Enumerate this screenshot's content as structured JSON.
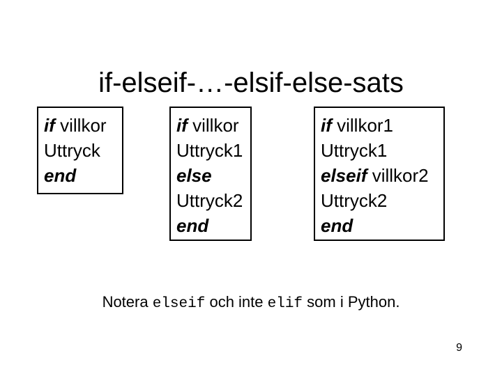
{
  "slide": {
    "title": "if-elseif-…-elsif-else-sats",
    "page_number": "9",
    "background_color": "#ffffff",
    "text_color": "#000000",
    "border_color": "#000000"
  },
  "boxes": [
    {
      "id": "box-1",
      "lines": [
        {
          "keyword": "if",
          "argument": " villkor"
        },
        {
          "keyword": "",
          "argument": "Uttryck"
        },
        {
          "keyword": "end",
          "argument": ""
        }
      ]
    },
    {
      "id": "box-2",
      "lines": [
        {
          "keyword": "if",
          "argument": " villkor"
        },
        {
          "keyword": "",
          "argument": "Uttryck1"
        },
        {
          "keyword": "else",
          "argument": ""
        },
        {
          "keyword": "",
          "argument": "Uttryck2"
        },
        {
          "keyword": "end",
          "argument": ""
        }
      ]
    },
    {
      "id": "box-3",
      "lines": [
        {
          "keyword": "if",
          "argument": " villkor1"
        },
        {
          "keyword": "",
          "argument": "Uttryck1"
        },
        {
          "keyword": "elseif",
          "argument": " villkor2"
        },
        {
          "keyword": "",
          "argument": "Uttryck2"
        },
        {
          "keyword": "end",
          "argument": ""
        }
      ]
    }
  ],
  "note": {
    "prefix": "Notera ",
    "code_1": "elseif",
    "middle": " och inte ",
    "code_2": "elif",
    "suffix": " som i Python."
  }
}
